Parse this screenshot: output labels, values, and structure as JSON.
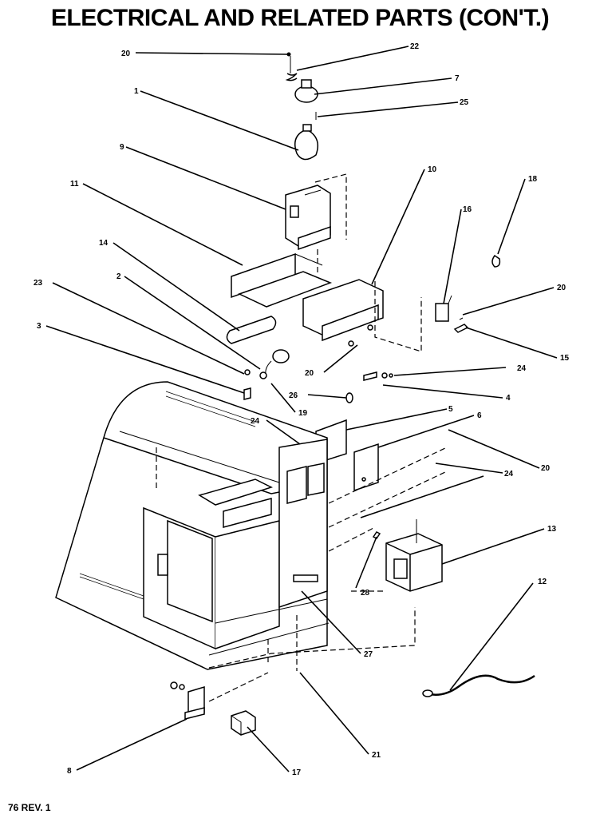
{
  "title": "ELECTRICAL AND RELATED PARTS (CON'T.)",
  "footer": "76 REV. 1",
  "callouts": [
    {
      "id": "c20a",
      "label": "20"
    },
    {
      "id": "c22",
      "label": "22"
    },
    {
      "id": "c7",
      "label": "7"
    },
    {
      "id": "c1",
      "label": "1"
    },
    {
      "id": "c25",
      "label": "25"
    },
    {
      "id": "c9",
      "label": "9"
    },
    {
      "id": "c11",
      "label": "11"
    },
    {
      "id": "c10",
      "label": "10"
    },
    {
      "id": "c18",
      "label": "18"
    },
    {
      "id": "c16",
      "label": "16"
    },
    {
      "id": "c14",
      "label": "14"
    },
    {
      "id": "c2",
      "label": "2"
    },
    {
      "id": "c23",
      "label": "23"
    },
    {
      "id": "c20b",
      "label": "20"
    },
    {
      "id": "c3",
      "label": "3"
    },
    {
      "id": "c15",
      "label": "15"
    },
    {
      "id": "c20c",
      "label": "20"
    },
    {
      "id": "c24a",
      "label": "24"
    },
    {
      "id": "c4",
      "label": "4"
    },
    {
      "id": "c26",
      "label": "26"
    },
    {
      "id": "c19",
      "label": "19"
    },
    {
      "id": "c5",
      "label": "5"
    },
    {
      "id": "c24b",
      "label": "24"
    },
    {
      "id": "c6",
      "label": "6"
    },
    {
      "id": "c20d",
      "label": "20"
    },
    {
      "id": "c24c",
      "label": "24"
    },
    {
      "id": "c13",
      "label": "13"
    },
    {
      "id": "c28",
      "label": "28"
    },
    {
      "id": "c12",
      "label": "12"
    },
    {
      "id": "c27",
      "label": "27"
    },
    {
      "id": "c21",
      "label": "21"
    },
    {
      "id": "c8",
      "label": "8"
    },
    {
      "id": "c17",
      "label": "17"
    }
  ]
}
